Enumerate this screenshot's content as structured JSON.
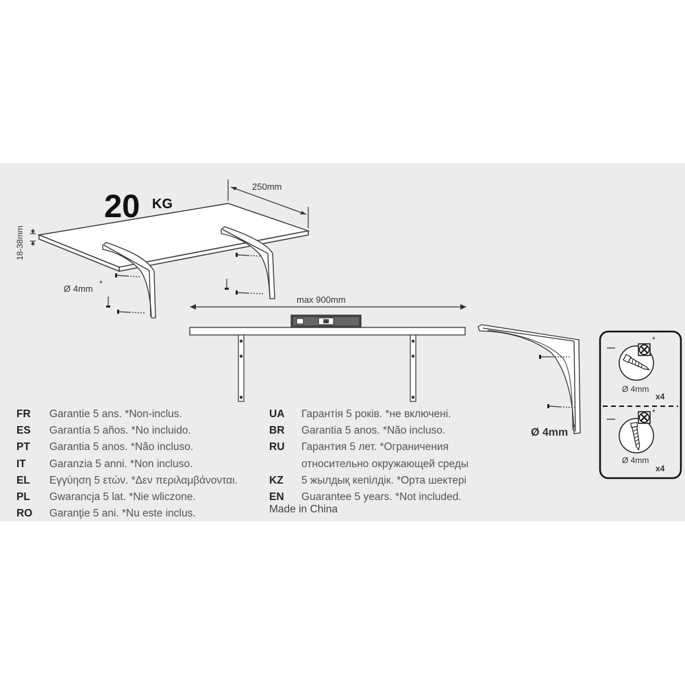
{
  "diagram": {
    "max_load": {
      "value": "20",
      "unit": "KG"
    },
    "thickness_label": "18-38mm",
    "depth_label": "250mm",
    "width_label": "max 900mm",
    "screw_diameter_left": "Ø 4mm",
    "screw_diameter_left_mark": "*",
    "screw_diameter_right": "Ø 4mm",
    "screw_diameter_right_mark": "*",
    "hardware_box": {
      "top": {
        "diameter": "Ø 4mm",
        "count": "x4",
        "mark": "*"
      },
      "bottom": {
        "diameter": "Ø 4mm",
        "count": "x4",
        "mark": "*"
      }
    }
  },
  "legend": {
    "left": [
      {
        "code": "FR",
        "text": "Garantie 5 ans. *Non-inclus."
      },
      {
        "code": "ES",
        "text": "Garantía 5 años. *No incluido."
      },
      {
        "code": "PT",
        "text": "Garantia 5 anos. *Não incluso."
      },
      {
        "code": "IT",
        "text": "Garanzia 5 anni. *Non incluso."
      },
      {
        "code": "EL",
        "text": "Εγγύηση 5 ετών. *Δεν περιλαμβάνονται."
      },
      {
        "code": "PL",
        "text": "Gwarancja 5 lat. *Nie wliczone."
      },
      {
        "code": "RO",
        "text": "Garanţie 5 ani. *Nu este inclus."
      }
    ],
    "right": [
      {
        "code": "UA",
        "text": "Гарантія 5 років. *не включені."
      },
      {
        "code": "BR",
        "text": "Garantia 5 anos. *Não incluso."
      },
      {
        "code": "RU",
        "text": "Гарантия 5 лет. *Ограничения"
      },
      {
        "code": "",
        "text": "относительно окружающей среды"
      },
      {
        "code": "KZ",
        "text": "5 жылдық кепілдік. *Орта шектері"
      },
      {
        "code": "EN",
        "text": "Guarantee 5 years. *Not included."
      }
    ],
    "made_in": "Made in China"
  }
}
